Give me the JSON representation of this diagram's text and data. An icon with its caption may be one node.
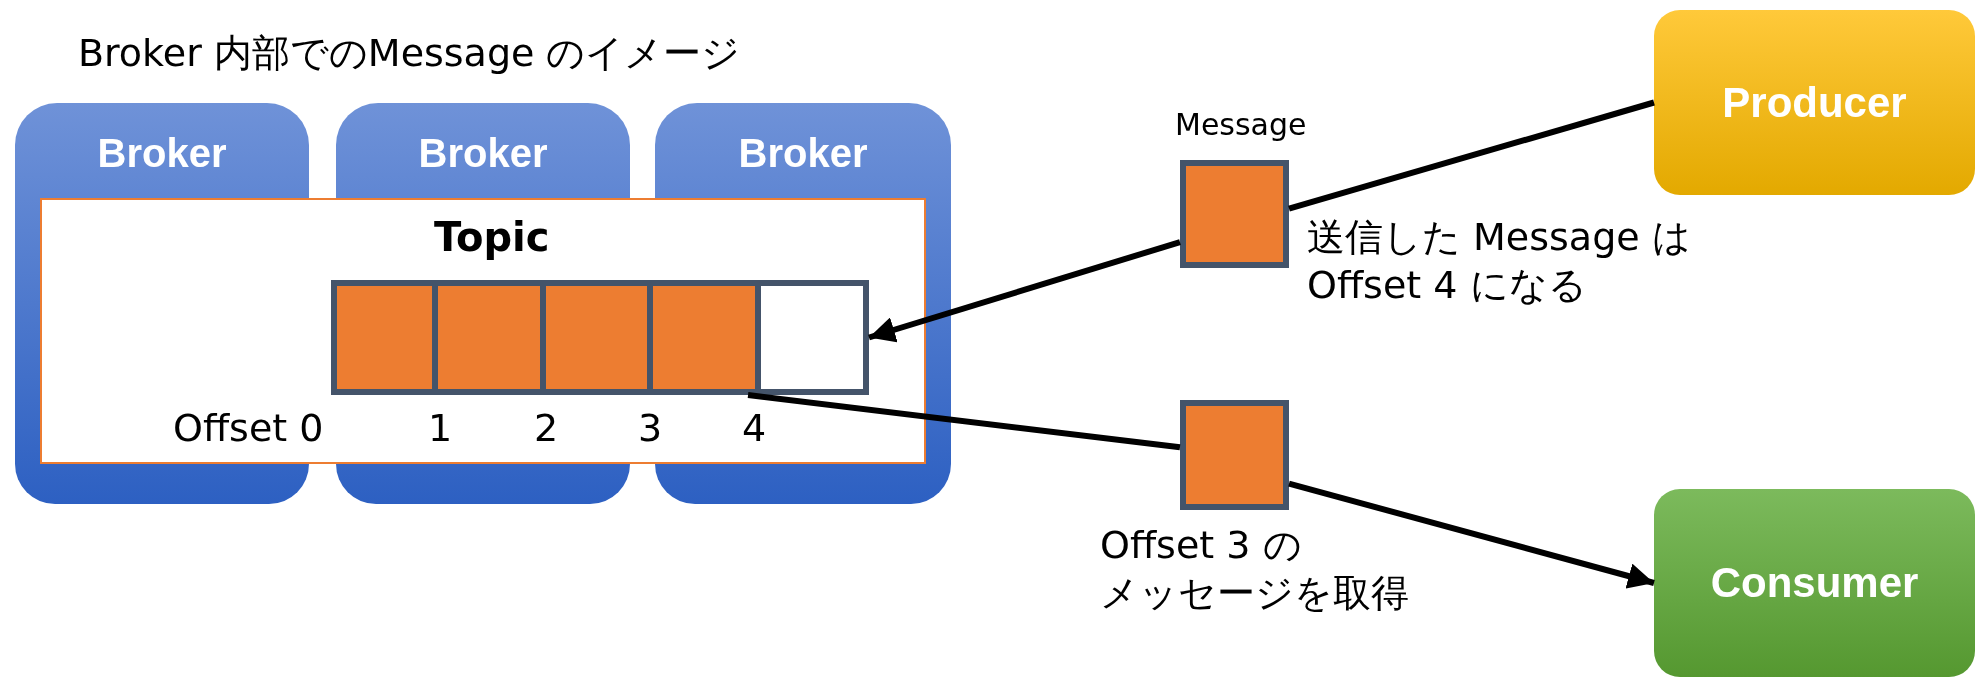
{
  "diagram": {
    "title": "Broker 内部でのMessage のイメージ",
    "nodes": [
      {
        "text": [
          "Broker"
        ]
      },
      {
        "text": [
          "Broker"
        ]
      },
      {
        "text": [
          "Broker"
        ]
      },
      {
        "text": [
          "Topic"
        ]
      },
      {
        "text": [],
        "shape": "box",
        "in": 3
      },
      {
        "text": [],
        "shape": "box",
        "in": 3
      },
      {
        "text": [],
        "shape": "box",
        "in": 3
      },
      {
        "text": [],
        "shape": "box",
        "in": 3
      },
      {
        "text": [],
        "shape": "box",
        "in": 3
      },
      {
        "text": [
          "Producer"
        ]
      },
      {
        "text": [],
        "shape": "box",
        "beside": [
          "Message",
          "送信した Message は Offset 4 になる"
        ]
      },
      {
        "text": [],
        "shape": "box",
        "beside": [
          "Offset 3 の",
          "メッセージを取得"
        ]
      },
      {
        "text": [
          "Consumer"
        ]
      }
    ],
    "edges": [
      {
        "from": 9,
        "to": 10,
        "arrow": "none"
      },
      {
        "from": 10,
        "to": 8,
        "arrow": "to"
      },
      {
        "from": 7,
        "to": 11,
        "arrow": "none"
      },
      {
        "from": 11,
        "to": 12,
        "arrow": "to"
      }
    ],
    "labels": [
      "Offset 0",
      "1",
      "2",
      "3",
      "4"
    ]
  }
}
